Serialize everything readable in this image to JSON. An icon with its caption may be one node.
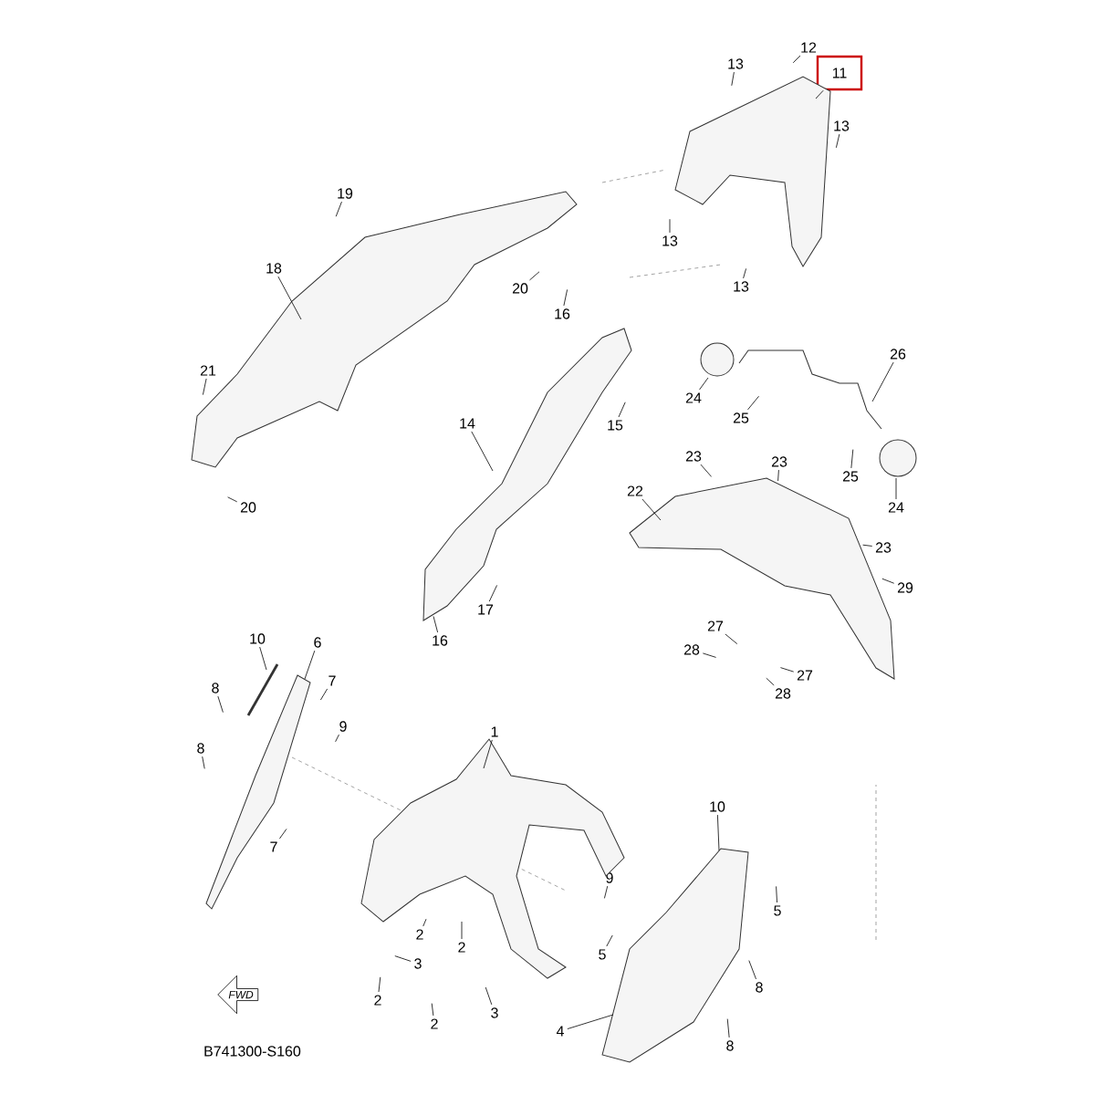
{
  "diagram": {
    "nodes": [
      {
        "text": [
          "12"
        ]
      },
      {
        "text": [
          "11"
        ]
      },
      {
        "text": [
          "13"
        ]
      },
      {
        "text": [
          "13"
        ]
      },
      {
        "text": [
          "19"
        ]
      },
      {
        "text": [
          "18"
        ]
      },
      {
        "text": [
          "20"
        ]
      },
      {
        "text": [
          "16"
        ]
      },
      {
        "text": [
          "13"
        ]
      },
      {
        "text": [
          "13"
        ]
      },
      {
        "text": [
          "21"
        ]
      },
      {
        "text": [
          "26"
        ]
      },
      {
        "text": [
          "24"
        ]
      },
      {
        "text": [
          "25"
        ]
      },
      {
        "text": [
          "14"
        ]
      },
      {
        "text": [
          "15"
        ]
      },
      {
        "text": [
          "23"
        ]
      },
      {
        "text": [
          "23"
        ]
      },
      {
        "text": [
          "25"
        ]
      },
      {
        "text": [
          "22"
        ]
      },
      {
        "text": [
          "24"
        ]
      },
      {
        "text": [
          "20"
        ]
      },
      {
        "text": [
          "23"
        ]
      },
      {
        "text": [
          "29"
        ]
      },
      {
        "text": [
          "17"
        ]
      },
      {
        "text": [
          "27"
        ]
      },
      {
        "text": [
          "28"
        ]
      },
      {
        "text": [
          "16"
        ]
      },
      {
        "text": [
          "27"
        ]
      },
      {
        "text": [
          "28"
        ]
      },
      {
        "text": [
          "10"
        ]
      },
      {
        "text": [
          "6"
        ]
      },
      {
        "text": [
          "7"
        ]
      },
      {
        "text": [
          "8"
        ]
      },
      {
        "text": [
          "9"
        ]
      },
      {
        "text": [
          "1"
        ]
      },
      {
        "text": [
          "8"
        ]
      },
      {
        "text": [
          "10"
        ]
      },
      {
        "text": [
          "7"
        ]
      },
      {
        "text": [
          "9"
        ]
      },
      {
        "text": [
          "5"
        ]
      },
      {
        "text": [
          "2"
        ]
      },
      {
        "text": [
          "2"
        ]
      },
      {
        "text": [
          "3"
        ]
      },
      {
        "text": [
          "5"
        ]
      },
      {
        "text": [
          "8"
        ]
      },
      {
        "text": [
          "2"
        ]
      },
      {
        "text": [
          "3"
        ]
      },
      {
        "text": [
          "2"
        ]
      },
      {
        "text": [
          "4"
        ]
      },
      {
        "text": [
          "8"
        ]
      },
      {
        "text": [
          "FWD"
        ]
      },
      {
        "text": [],
        "shape": "picture"
      },
      {
        "text": [],
        "shape": "picture"
      },
      {
        "text": [],
        "shape": "picture"
      },
      {
        "text": [],
        "shape": "circle"
      },
      {
        "text": [],
        "shape": "picture"
      },
      {
        "text": [],
        "shape": "circle"
      },
      {
        "text": [],
        "shape": "picture"
      },
      {
        "text": [],
        "shape": "bar"
      },
      {
        "text": [],
        "shape": "picture"
      },
      {
        "text": [],
        "shape": "picture"
      },
      {
        "text": [],
        "shape": "picture"
      }
    ],
    "edges": [
      {
        "from": 0,
        "to": null,
        "arrow": "none"
      },
      {
        "from": 1,
        "to": 53,
        "arrow": "none"
      },
      {
        "from": 2,
        "to": null,
        "arrow": "none"
      },
      {
        "from": 3,
        "to": null,
        "arrow": "none"
      },
      {
        "from": 4,
        "to": null,
        "arrow": "none"
      },
      {
        "from": 5,
        "to": 52,
        "arrow": "none"
      },
      {
        "from": 6,
        "to": null,
        "arrow": "none"
      },
      {
        "from": 7,
        "to": null,
        "arrow": "none"
      },
      {
        "from": 8,
        "to": null,
        "arrow": "none"
      },
      {
        "from": 9,
        "to": null,
        "arrow": "none"
      },
      {
        "from": 10,
        "to": null,
        "arrow": "none"
      },
      {
        "from": 11,
        "to": 56,
        "arrow": "none"
      },
      {
        "from": 12,
        "to": 55,
        "arrow": "none"
      },
      {
        "from": 13,
        "to": null,
        "arrow": "none"
      },
      {
        "from": 14,
        "to": 54,
        "arrow": "none"
      },
      {
        "from": 15,
        "to": null,
        "arrow": "none"
      },
      {
        "from": 16,
        "to": null,
        "arrow": "none"
      },
      {
        "from": 17,
        "to": null,
        "arrow": "none"
      },
      {
        "from": 18,
        "to": null,
        "arrow": "none"
      },
      {
        "from": 19,
        "to": 58,
        "arrow": "none"
      },
      {
        "from": 20,
        "to": 57,
        "arrow": "none"
      },
      {
        "from": 21,
        "to": null,
        "arrow": "none"
      },
      {
        "from": 22,
        "to": null,
        "arrow": "none"
      },
      {
        "from": 23,
        "to": null,
        "arrow": "none"
      },
      {
        "from": 24,
        "to": null,
        "arrow": "none"
      },
      {
        "from": 25,
        "to": null,
        "arrow": "none"
      },
      {
        "from": 26,
        "to": null,
        "arrow": "none"
      },
      {
        "from": 27,
        "to": null,
        "arrow": "none"
      },
      {
        "from": 28,
        "to": null,
        "arrow": "none"
      },
      {
        "from": 29,
        "to": null,
        "arrow": "none"
      },
      {
        "from": 30,
        "to": 59,
        "arrow": "none"
      },
      {
        "from": 31,
        "to": 60,
        "arrow": "none"
      },
      {
        "from": 32,
        "to": null,
        "arrow": "none"
      },
      {
        "from": 33,
        "to": null,
        "arrow": "none"
      },
      {
        "from": 34,
        "to": null,
        "arrow": "none"
      },
      {
        "from": 35,
        "to": 61,
        "arrow": "none"
      },
      {
        "from": 36,
        "to": null,
        "arrow": "none"
      },
      {
        "from": 37,
        "to": 62,
        "arrow": "none"
      },
      {
        "from": 38,
        "to": null,
        "arrow": "none"
      },
      {
        "from": 39,
        "to": null,
        "arrow": "none"
      },
      {
        "from": 40,
        "to": null,
        "arrow": "none"
      },
      {
        "from": 41,
        "to": null,
        "arrow": "none"
      },
      {
        "from": 42,
        "to": null,
        "arrow": "none"
      },
      {
        "from": 43,
        "to": null,
        "arrow": "none"
      },
      {
        "from": 44,
        "to": null,
        "arrow": "none"
      },
      {
        "from": 45,
        "to": null,
        "arrow": "none"
      },
      {
        "from": 46,
        "to": null,
        "arrow": "none"
      },
      {
        "from": 47,
        "to": null,
        "arrow": "none"
      },
      {
        "from": 48,
        "to": null,
        "arrow": "none"
      },
      {
        "from": 49,
        "to": 62,
        "arrow": "none"
      },
      {
        "from": 50,
        "to": null,
        "arrow": "none"
      }
    ],
    "labels": [
      "B741300-S160"
    ]
  }
}
